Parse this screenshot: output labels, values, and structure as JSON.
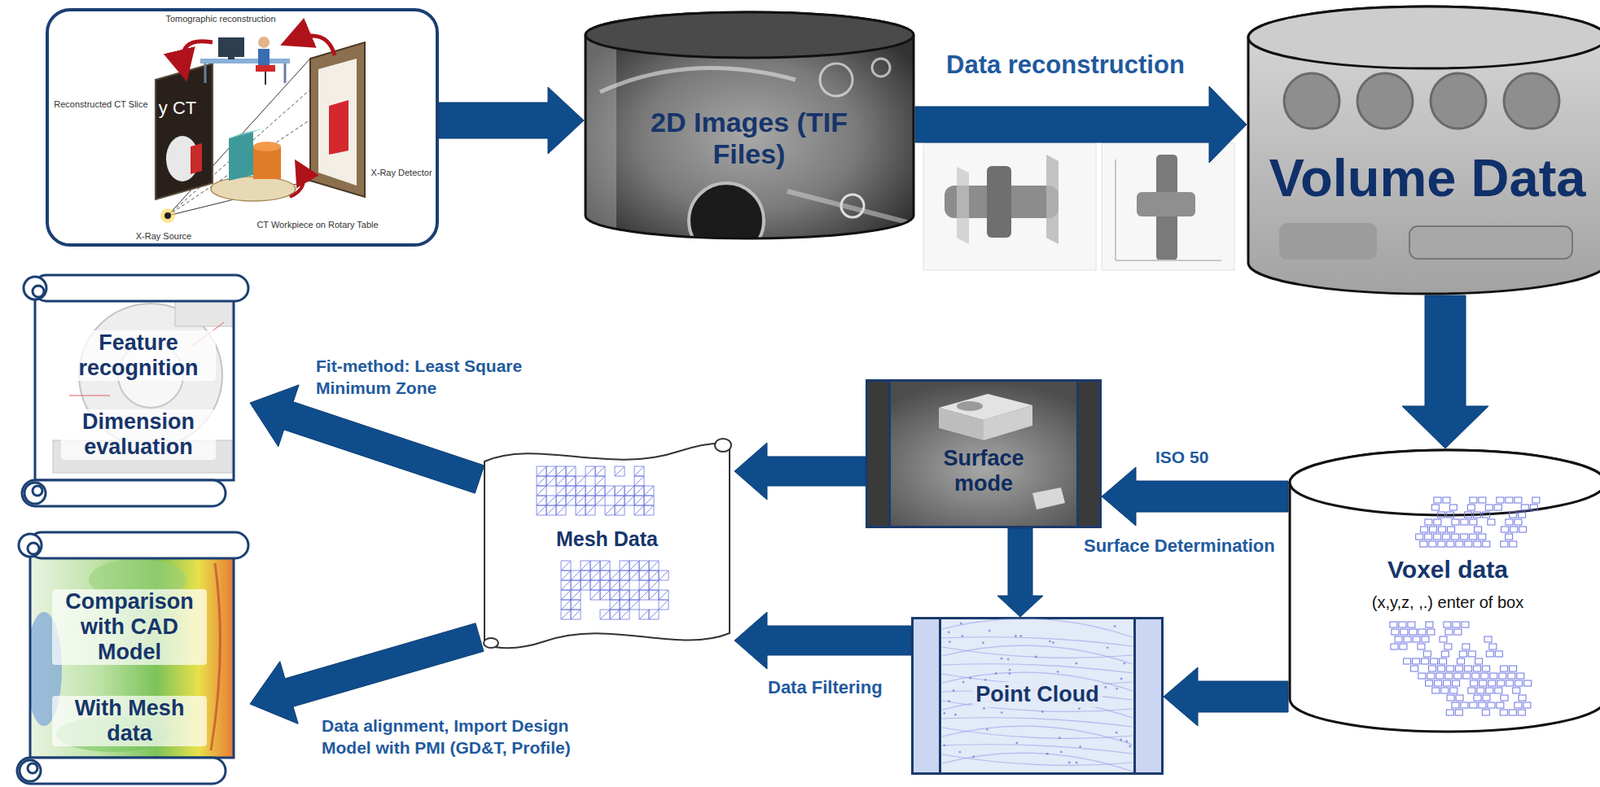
{
  "diagram": {
    "nodes": [
      {
        "text": [
          "Tomographic reconstruction",
          "Reconstructed CT Slice",
          "y CT",
          "X-Ray Detector",
          "CT Workpiece on Rotary Table",
          "X-Ray Source"
        ]
      },
      {
        "text": [
          "2D Images (TIF Files)"
        ]
      },
      {
        "text": [
          "Volume Data"
        ]
      },
      {
        "text": [
          "Voxel data",
          "(x,y,z, ,.) enter of box"
        ]
      },
      {
        "text": [
          "Surface mode"
        ]
      },
      {
        "text": [
          "Point Cloud"
        ]
      },
      {
        "text": [
          "Mesh Data"
        ]
      },
      {
        "text": [
          "Feature recognition",
          "Dimension evaluation"
        ]
      },
      {
        "text": [
          "Comparison with CAD Model",
          "With Mesh data"
        ]
      }
    ],
    "edges": [
      {
        "from": 0,
        "to": 1,
        "arrow": "to"
      },
      {
        "from": 1,
        "to": 2,
        "label": "Data reconstruction",
        "arrow": "to"
      },
      {
        "from": 2,
        "to": 3,
        "arrow": "to"
      },
      {
        "from": 3,
        "to": 4,
        "label": "ISO 50",
        "arrow": "to"
      },
      {
        "from": 3,
        "to": 5,
        "arrow": "to"
      },
      {
        "from": 4,
        "to": 5,
        "arrow": "to"
      },
      {
        "from": 4,
        "to": 6,
        "arrow": "to"
      },
      {
        "from": 5,
        "to": 6,
        "label": "Data Filtering",
        "arrow": "to"
      },
      {
        "from": 6,
        "to": 7,
        "label": "Fit-method: Least Square Minimum Zone",
        "arrow": "to"
      },
      {
        "from": 6,
        "to": 8,
        "label": "Data alignment, Import Design Model with PMI (GD&T, Profile)",
        "arrow": "to"
      }
    ],
    "labels": [
      "Surface Determination"
    ]
  }
}
